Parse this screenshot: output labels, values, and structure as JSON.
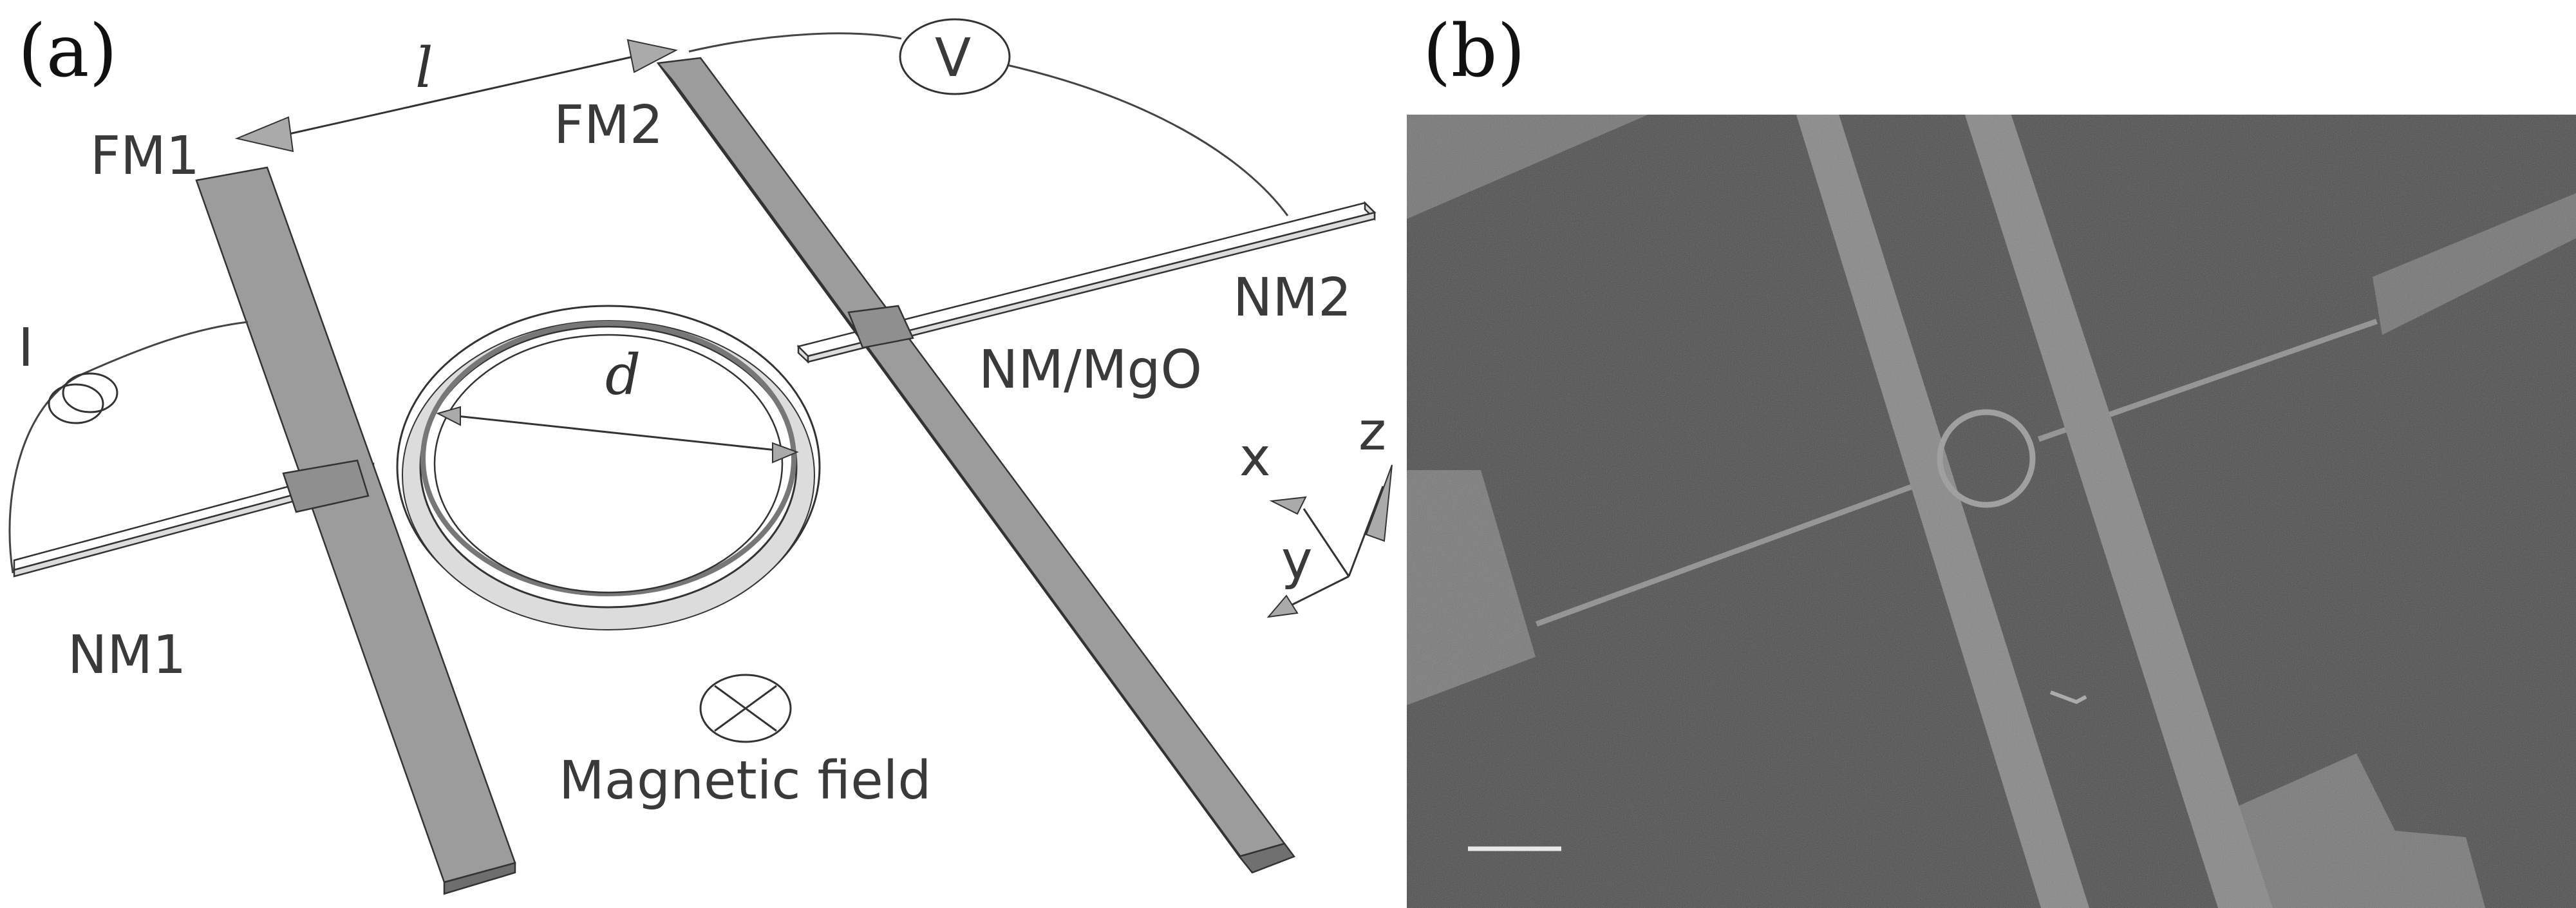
{
  "panels": {
    "a": {
      "label": "(a)",
      "labels": {
        "fm1": "FM1",
        "fm2": "FM2",
        "nm1": "NM1",
        "nm2": "NM2",
        "nm_mgo": "NM/MgO",
        "current": "I",
        "voltage": "V",
        "length": "l",
        "diameter": "d",
        "axis_x": "x",
        "axis_y": "y",
        "axis_z": "z",
        "field": "Magnetic field"
      }
    },
    "b": {
      "label": "(b)"
    }
  },
  "colors": {
    "ferromagnet": "#9c9c9c",
    "ferromagnet_side": "#6e6e6e",
    "normal_metal": "#ffffff",
    "sem_background": "#4c4c4c",
    "sem_feature": "#8a8a8a"
  }
}
